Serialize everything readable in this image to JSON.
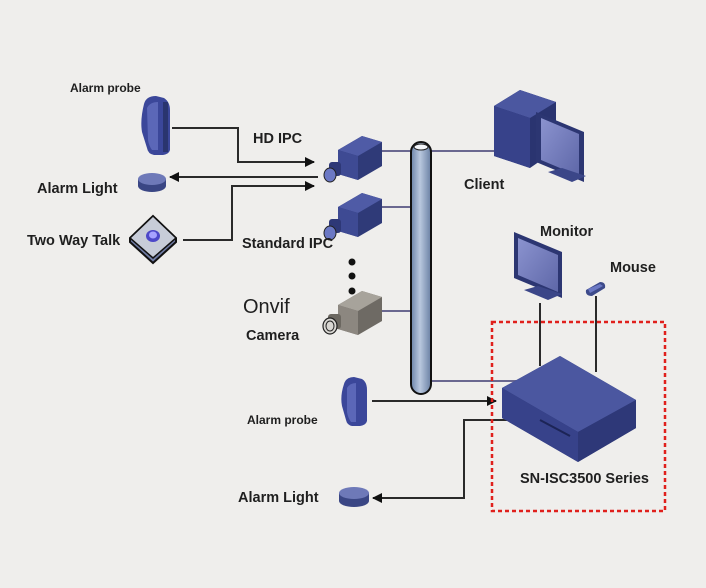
{
  "diagram": {
    "labels": {
      "alarm_probe_top": "Alarm probe",
      "alarm_light_top": "Alarm Light",
      "two_way_talk": "Two Way Talk",
      "hd_ipc": "HD IPC",
      "standard_ipc": "Standard IPC",
      "onvif": "Onvif",
      "camera": "Camera",
      "client": "Client",
      "monitor": "Monitor",
      "mouse": "Mouse",
      "alarm_probe_bottom": "Alarm probe",
      "alarm_light_bottom": "Alarm Light",
      "nvr_series": "SN-ISC3500 Series"
    },
    "colors": {
      "device_blue": "#3d4a8a",
      "device_blue_light": "#5e6bb0",
      "backbone_blue": "#8ea6c8",
      "highlight_red": "#e0201c",
      "line_dark": "#222222",
      "line_purple": "#6a6890",
      "onvif_gray": "#8c8780"
    }
  }
}
